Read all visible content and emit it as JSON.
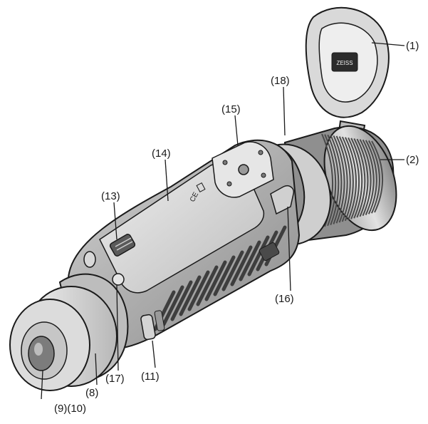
{
  "callouts": {
    "c1": "(1)",
    "c2": "(2)",
    "c18": "(18)",
    "c15": "(15)",
    "c14": "(14)",
    "c13": "(13)",
    "c16": "(16)",
    "c11": "(11)",
    "c17": "(17)",
    "c8": "(8)",
    "c9_10": "(9)(10)"
  },
  "logo_text": "ZEISS",
  "colors": {
    "outline": "#1a1a1a",
    "body_dark": "#6e6e6e",
    "body_mid": "#a9a9a9",
    "body_light": "#d6d6d6",
    "highlight": "#efefef"
  }
}
